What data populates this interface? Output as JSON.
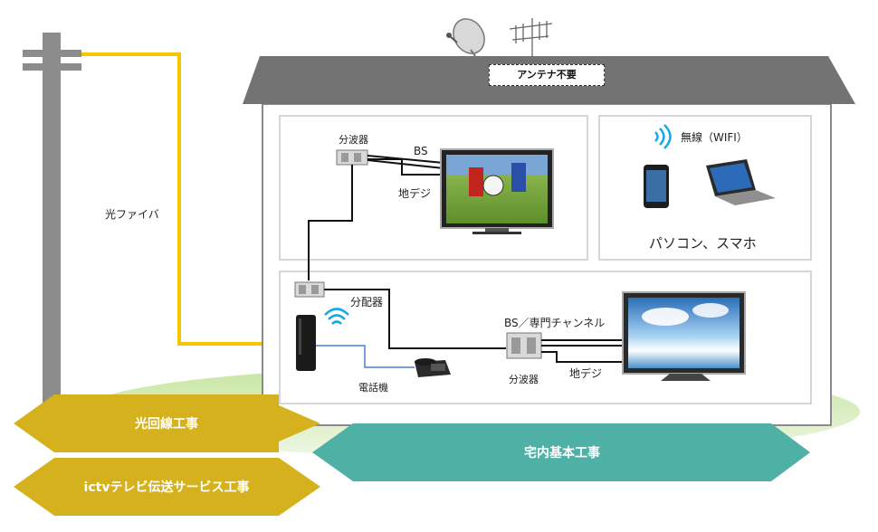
{
  "banner": "アンテナ不要",
  "labels": {
    "fiber": "光ファイバ",
    "splitter_top": "分波器",
    "bs_top": "BS",
    "digital_top": "地デジ",
    "wireless": "無線（WIFI）",
    "pc_phone": "パソコン、スマホ",
    "distributor": "分配器",
    "phone": "電話機",
    "bs_special": "BS／専門チャンネル",
    "splitter_bottom": "分波器",
    "digital_bottom": "地デジ"
  },
  "arrows": {
    "fiber_work": "光回線工事",
    "home_work": "宅内基本工事",
    "ictv_work": "ictvテレビ伝送サービス工事"
  },
  "colors": {
    "fiber_line": "#f6c400",
    "arrow_gold": "#d5b21d",
    "arrow_teal": "#4fb0a6",
    "roof": "#737373",
    "ground": "#c9e6a2"
  }
}
